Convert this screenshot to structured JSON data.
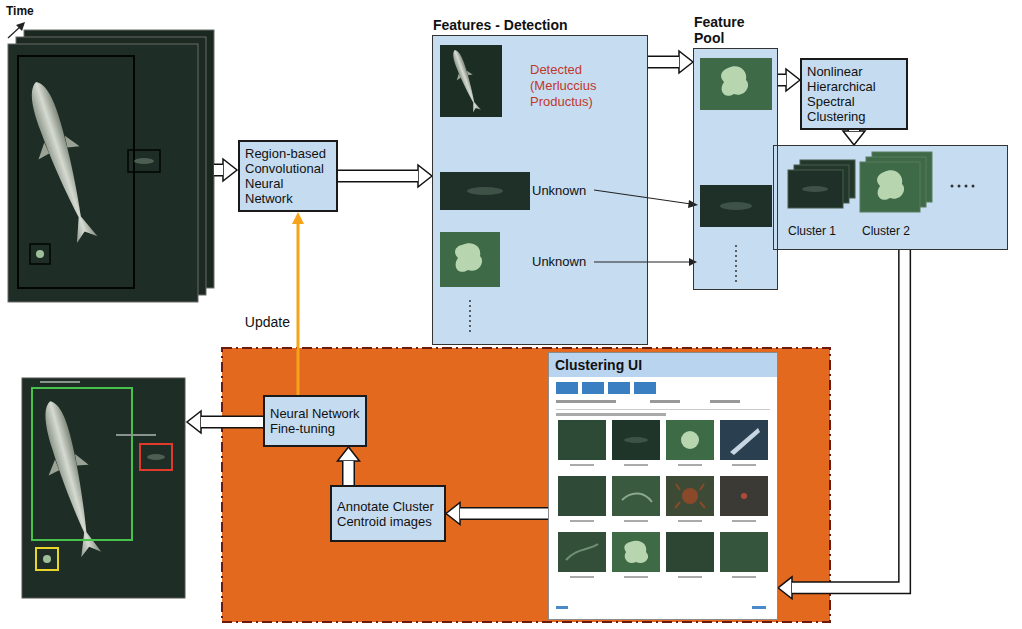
{
  "diagram": {
    "nodes": [
      {
        "text": [
          "Region-based Convolutional Neural Network"
        ]
      },
      {
        "text": [
          "Features - Detection"
        ]
      },
      {
        "text": [
          "Feature Pool"
        ]
      },
      {
        "text": [
          "Nonlinear Hierarchical Spectral Clustering"
        ]
      },
      {
        "text": [
          "Cluster 1",
          "Cluster 2"
        ]
      },
      {
        "text": [
          "Clustering UI"
        ]
      },
      {
        "text": [
          "Annotate Cluster Centroid images"
        ]
      },
      {
        "text": [
          "Neural Network Fine-tuning"
        ]
      }
    ],
    "edges": [
      {
        "from": 0,
        "to": 1,
        "arrow": "to"
      },
      {
        "from": 1,
        "to": 2,
        "arrow": "to"
      },
      {
        "from": 2,
        "to": 3,
        "arrow": "to"
      },
      {
        "from": 3,
        "to": 4,
        "arrow": "to"
      },
      {
        "from": 4,
        "to": 5,
        "arrow": "to"
      },
      {
        "from": 5,
        "to": 6,
        "arrow": "to"
      },
      {
        "from": 6,
        "to": 7,
        "arrow": "to"
      },
      {
        "from": 7,
        "to": 0,
        "arrow": "to",
        "label": "Update"
      }
    ],
    "labels": [
      "Time",
      "Detected (Merluccius Productus)",
      "Unknown",
      "Unknown"
    ]
  }
}
